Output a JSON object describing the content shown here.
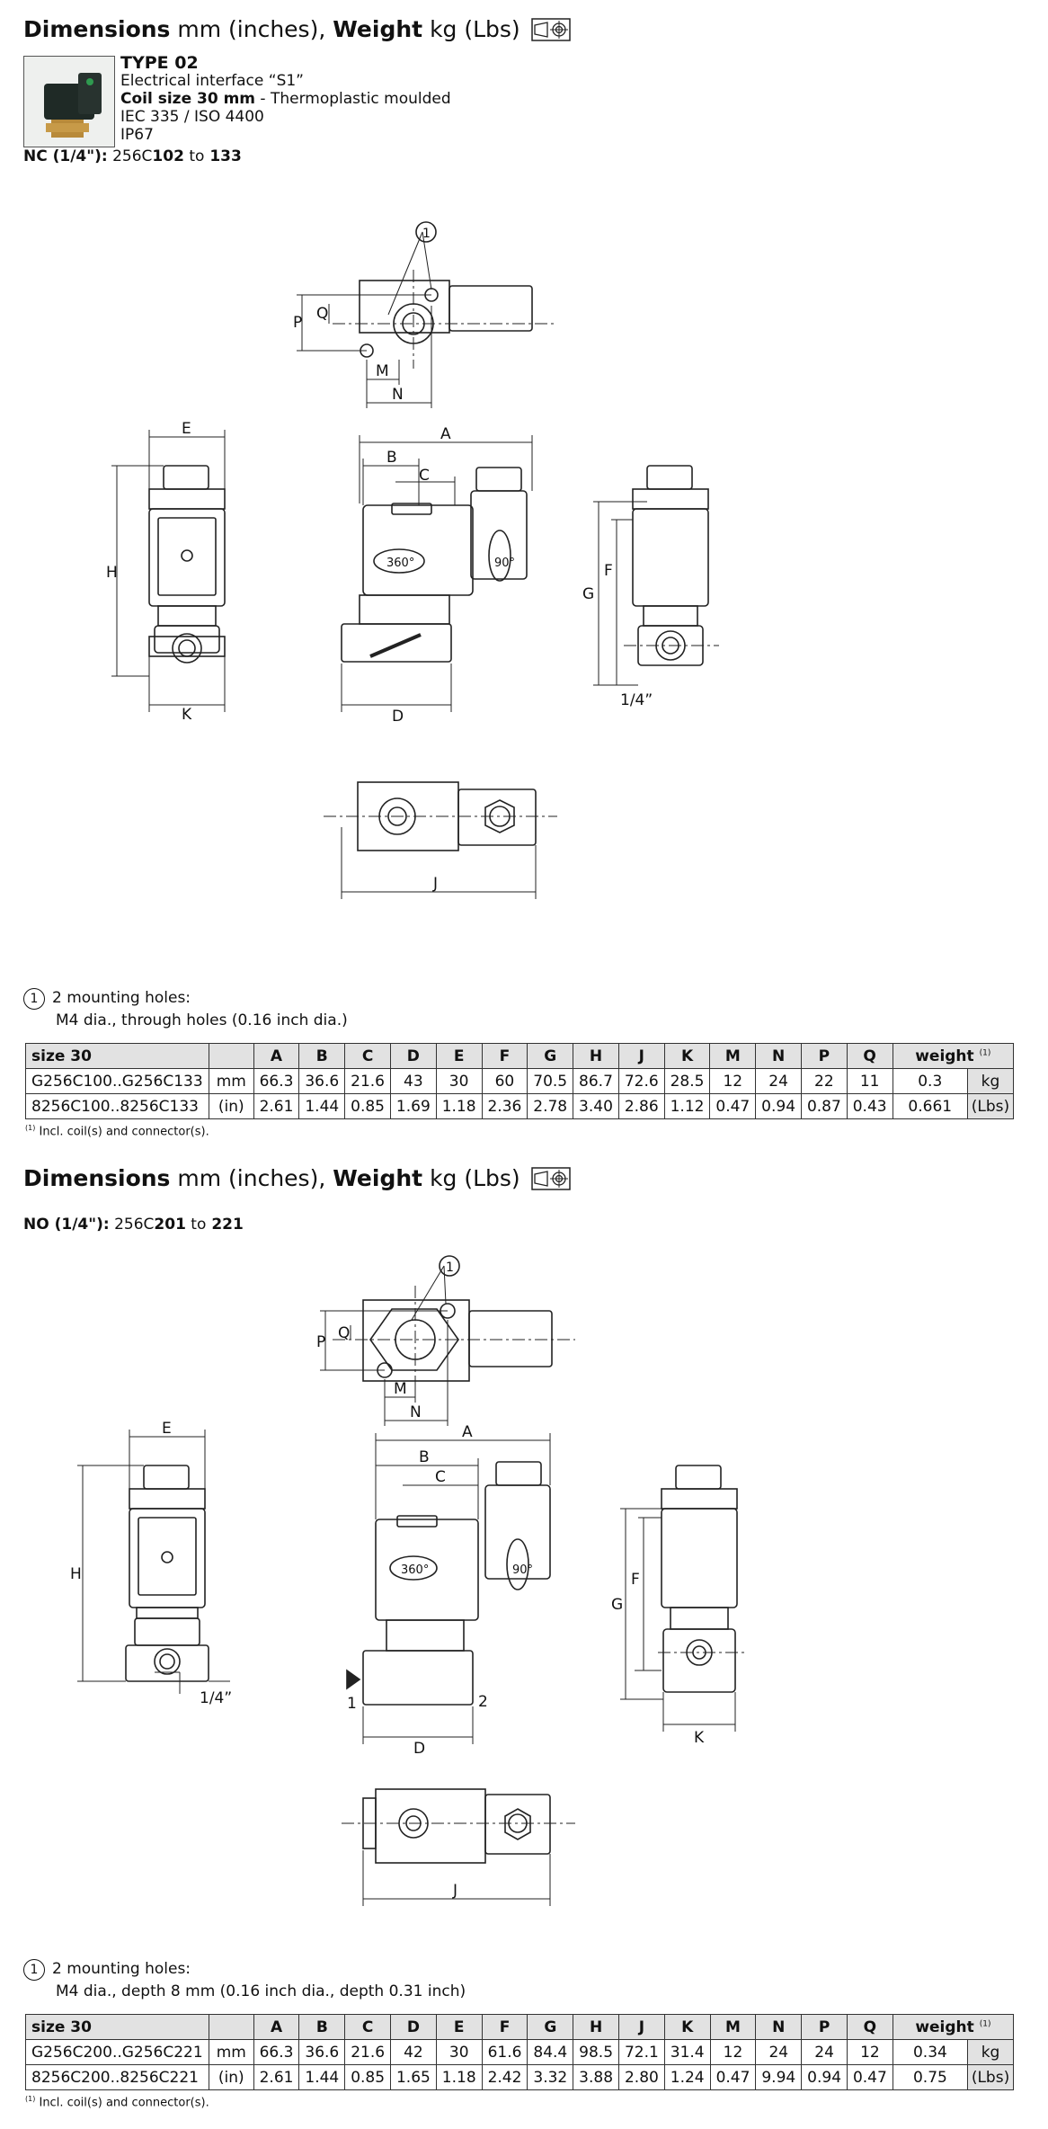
{
  "section1": {
    "heading": {
      "dimensions": "Dimensions",
      "mm_inches": "mm (inches),",
      "weight": "Weight",
      "kg_lbs": "kg (Lbs)"
    },
    "type_info": {
      "type": "TYPE 02",
      "interface": "Electrical interface “S1”",
      "coil_bold": "Coil size 30 mm",
      "coil_rest": " - Thermoplastic moulded",
      "standard": "IEC 335 / ISO 4400",
      "protection": "IP67"
    },
    "subtitle": {
      "prefix": "NC (1/4\"):",
      "mid1": " 256C",
      "from": "102",
      "to_word": " to",
      "to": "133"
    },
    "drawing_labels": {
      "callout": "1",
      "P": "P",
      "Q": "Q",
      "M": "M",
      "N": "N",
      "A": "A",
      "B": "B",
      "C": "C",
      "D": "D",
      "E": "E",
      "F": "F",
      "G": "G",
      "H": "H",
      "J": "J",
      "K": "K",
      "rot360": "360°",
      "rot90": "90°",
      "port": "1/4”"
    },
    "note": {
      "num": "1",
      "line1": "2 mounting holes:",
      "line2": "M4 dia., through holes (0.16 inch dia.)"
    },
    "table": {
      "header": [
        "size 30",
        "",
        "A",
        "B",
        "C",
        "D",
        "E",
        "F",
        "G",
        "H",
        "J",
        "K",
        "M",
        "N",
        "P",
        "Q",
        "weight",
        ""
      ],
      "header_sup": "(1)",
      "rows": [
        [
          "G256C100..G256C133",
          "mm",
          "66.3",
          "36.6",
          "21.6",
          "43",
          "30",
          "60",
          "70.5",
          "86.7",
          "72.6",
          "28.5",
          "12",
          "24",
          "22",
          "11",
          "0.3",
          "kg"
        ],
        [
          "8256C100..8256C133",
          "(in)",
          "2.61",
          "1.44",
          "0.85",
          "1.69",
          "1.18",
          "2.36",
          "2.78",
          "3.40",
          "2.86",
          "1.12",
          "0.47",
          "0.94",
          "0.87",
          "0.43",
          "0.661",
          "(Lbs)"
        ]
      ]
    },
    "footnote": {
      "sup": "(1)",
      "text": "Incl. coil(s) and connector(s)."
    }
  },
  "section2": {
    "heading": {
      "dimensions": "Dimensions",
      "mm_inches": "mm (inches),",
      "weight": "Weight",
      "kg_lbs": "kg (Lbs)"
    },
    "subtitle": {
      "prefix": "NO (1/4\"):",
      "mid1": " 256C",
      "from": "201",
      "to_word": " to",
      "to": "221"
    },
    "drawing_labels": {
      "callout": "1",
      "P": "P",
      "Q": "Q",
      "M": "M",
      "N": "N",
      "A": "A",
      "B": "B",
      "C": "C",
      "D": "D",
      "E": "E",
      "F": "F",
      "G": "G",
      "H": "H",
      "J": "J",
      "K": "K",
      "rot360": "360°",
      "rot90": "90°",
      "port": "1/4”",
      "port1": "1",
      "port2": "2"
    },
    "note": {
      "num": "1",
      "line1": "2 mounting holes:",
      "line2": "M4 dia., depth 8 mm (0.16 inch dia., depth 0.31 inch)"
    },
    "table": {
      "header": [
        "size 30",
        "",
        "A",
        "B",
        "C",
        "D",
        "E",
        "F",
        "G",
        "H",
        "J",
        "K",
        "M",
        "N",
        "P",
        "Q",
        "weight",
        ""
      ],
      "header_sup": "(1)",
      "rows": [
        [
          "G256C200..G256C221",
          "mm",
          "66.3",
          "36.6",
          "21.6",
          "42",
          "30",
          "61.6",
          "84.4",
          "98.5",
          "72.1",
          "31.4",
          "12",
          "24",
          "24",
          "12",
          "0.34",
          "kg"
        ],
        [
          "8256C200..8256C221",
          "(in)",
          "2.61",
          "1.44",
          "0.85",
          "1.65",
          "1.18",
          "2.42",
          "3.32",
          "3.88",
          "2.80",
          "1.24",
          "0.47",
          "9.94",
          "0.94",
          "0.47",
          "0.75",
          "(Lbs)"
        ]
      ]
    },
    "footnote": {
      "sup": "(1)",
      "text": "Incl. coil(s) and connector(s)."
    }
  }
}
